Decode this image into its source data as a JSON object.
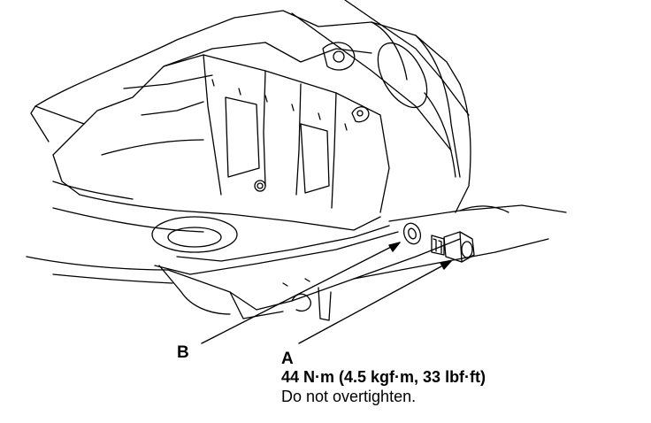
{
  "callouts": {
    "a": "A",
    "b": "B"
  },
  "spec": {
    "torque": "44 N·m (4.5 kgf·m, 33 lbf·ft)",
    "warning": "Do not overtighten."
  },
  "colors": {
    "ink": "#000000",
    "paper": "#ffffff"
  }
}
